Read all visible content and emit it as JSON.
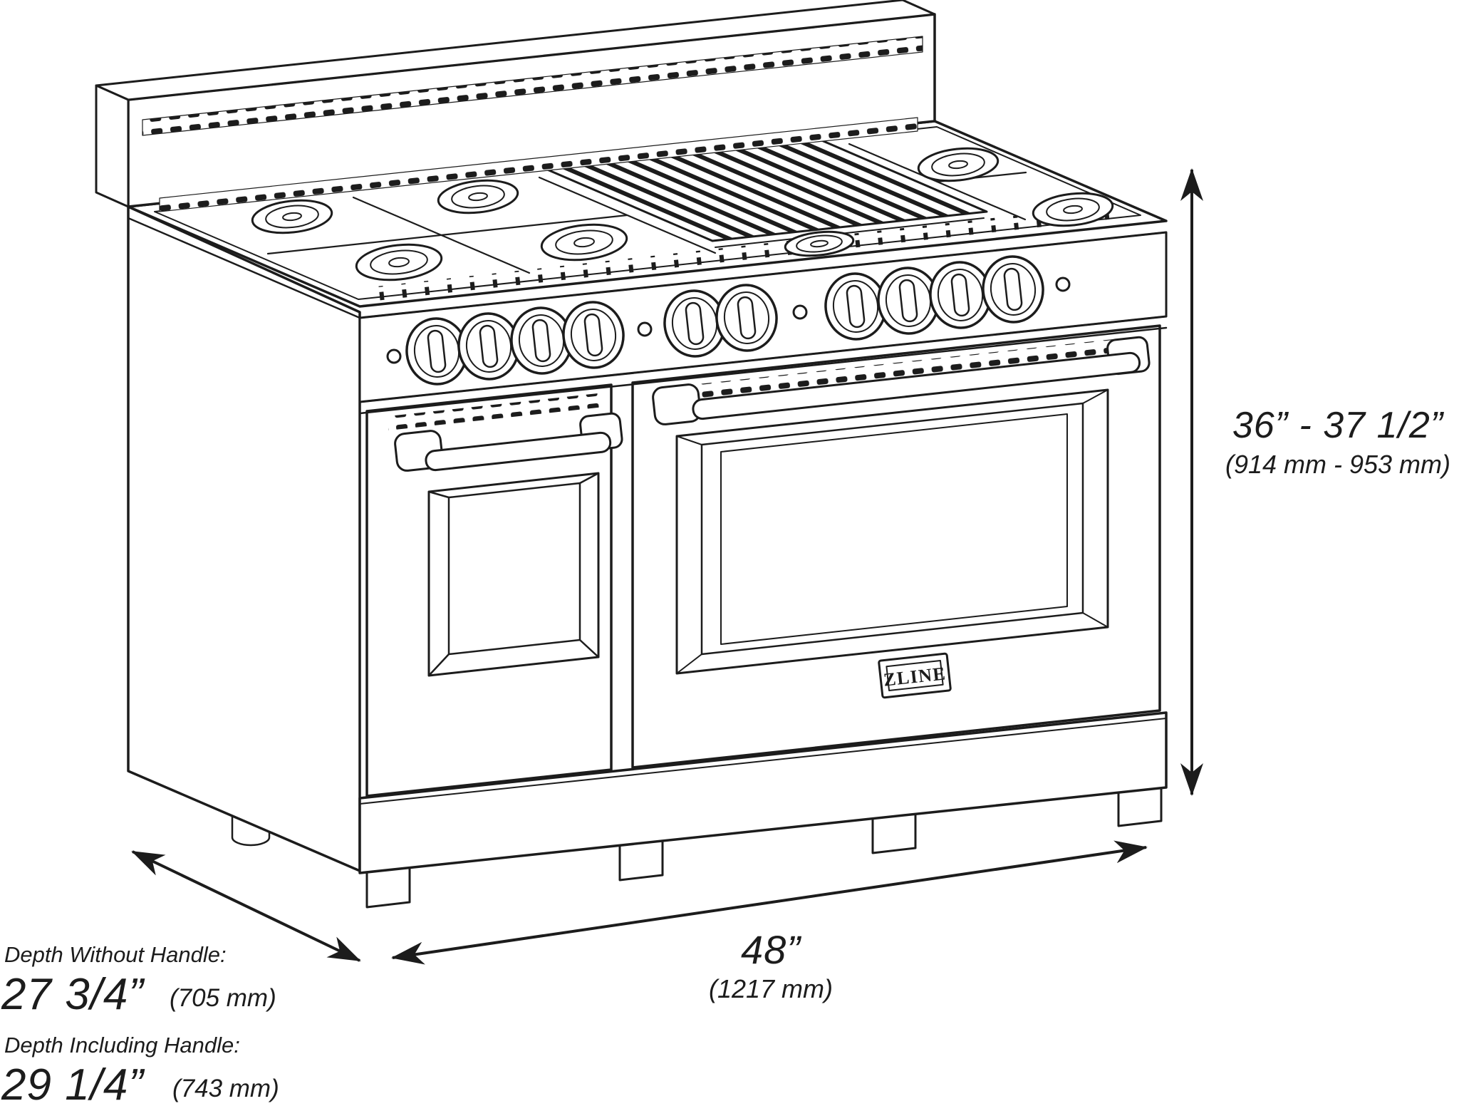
{
  "brand": {
    "logo_text": "ZLINE"
  },
  "dimensions": {
    "height": {
      "imperial": "36” - 37 1/2”",
      "metric": "(914 mm - 953 mm)"
    },
    "width": {
      "imperial": "48”",
      "metric": "(1217 mm)"
    },
    "depth_without_handle": {
      "label": "Depth Without Handle:",
      "imperial": "27 3/4”",
      "metric": "(705 mm)"
    },
    "depth_including_handle": {
      "label": "Depth Including Handle:",
      "imperial": "29 1/4”",
      "metric": "(743 mm)"
    }
  },
  "drawing": {
    "line_color": "#1c1c1c",
    "background_color": "#ffffff",
    "knob_count": 10,
    "indicator_light_count": 4,
    "oven_door_count": 2,
    "burner_count": 7,
    "has_center_griddle": true,
    "feet_count": 4
  }
}
